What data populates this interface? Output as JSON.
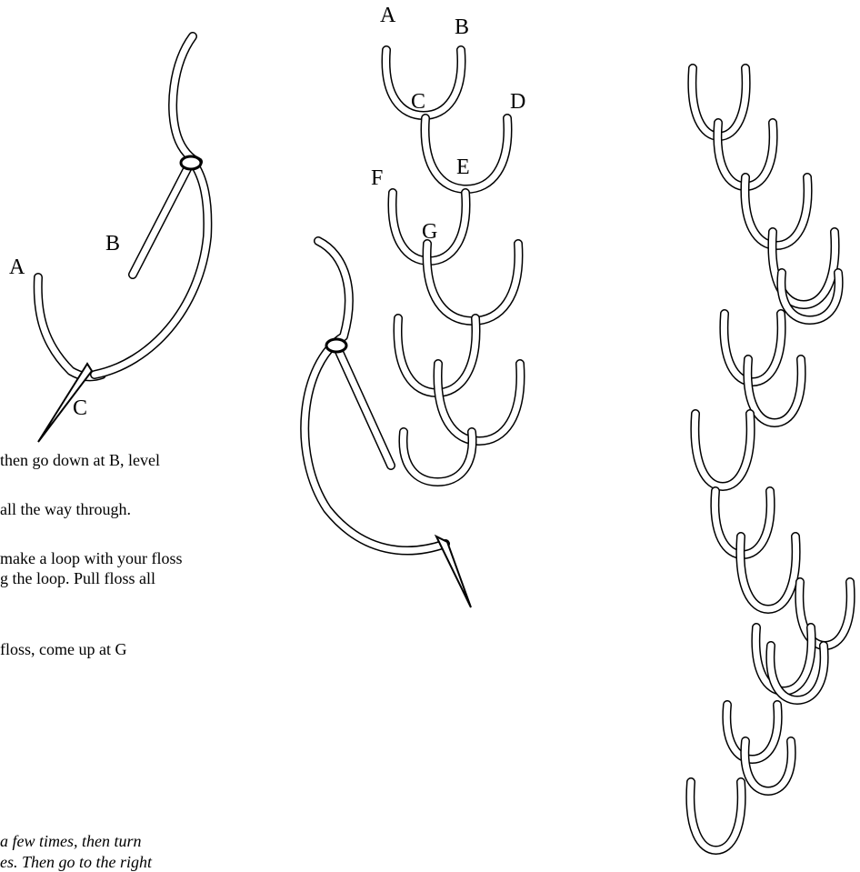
{
  "fig1": {
    "label_a": "A",
    "label_b": "B",
    "label_c": "C"
  },
  "fig2": {
    "label_a": "A",
    "label_b": "B",
    "label_c": "C",
    "label_d": "D",
    "label_e": "E",
    "label_f": "F",
    "label_g": "G"
  },
  "instructions": {
    "line1": "then go down at B, level",
    "line2": "all the way through.",
    "line3": "make a loop with your floss",
    "line4": "g the loop.  Pull floss all",
    "line5": "floss, come up at G",
    "line6": "a few times, then turn",
    "line7": "es.  Then go to the right"
  }
}
